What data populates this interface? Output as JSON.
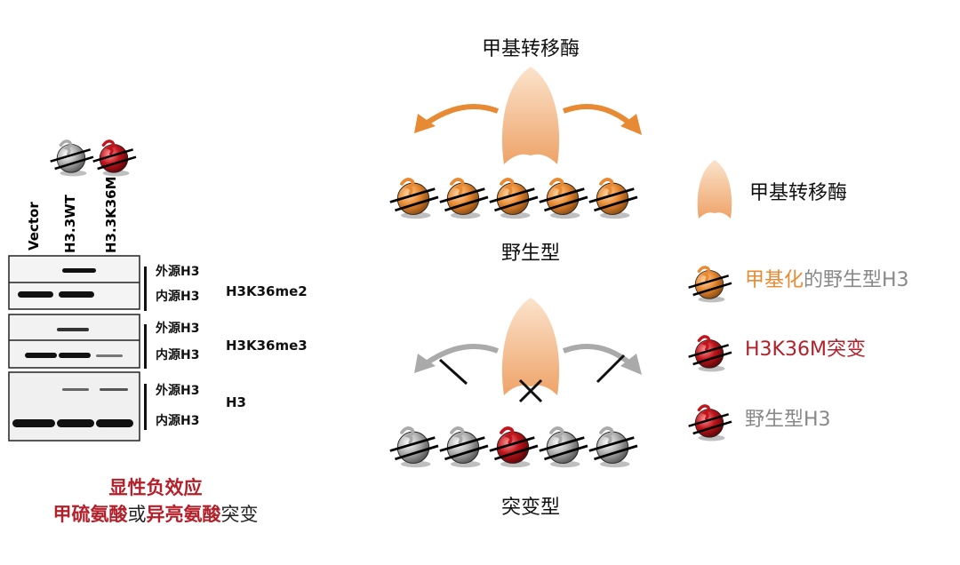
{
  "blot": {
    "lanes": [
      "Vector",
      "H3.3WT",
      "H3.3K36M"
    ],
    "panels": [
      {
        "antibody": "H3K36me2",
        "rows": [
          "外源H3",
          "内源H3"
        ]
      },
      {
        "antibody": "H3K36me3",
        "rows": [
          "外源H3",
          "内源H3"
        ]
      },
      {
        "antibody": "H3",
        "rows": [
          "外源H3",
          "内源H3"
        ]
      }
    ],
    "caption_line1": "显性负效应",
    "caption_line2": [
      {
        "text": "甲硫氨酸",
        "color": "#b3202a"
      },
      {
        "text": "或",
        "color": "#222222"
      },
      {
        "text": "异亮氨酸",
        "color": "#b3202a"
      },
      {
        "text": "突变",
        "color": "#222222"
      }
    ]
  },
  "diagram": {
    "enzyme_title": "甲基转移酶",
    "wild_type_label": "野生型",
    "mutant_label": "突变型"
  },
  "legend": {
    "enzyme": "甲基转移酶",
    "methylated_part1": "甲基化",
    "methylated_part2": "的野生型H3",
    "mutant": "H3K36M突变",
    "wild_type": "野生型H3"
  },
  "colors": {
    "orange": "#e88a33",
    "red": "#b3202a",
    "gray": "#888888",
    "enzyme": "#f2b583"
  }
}
